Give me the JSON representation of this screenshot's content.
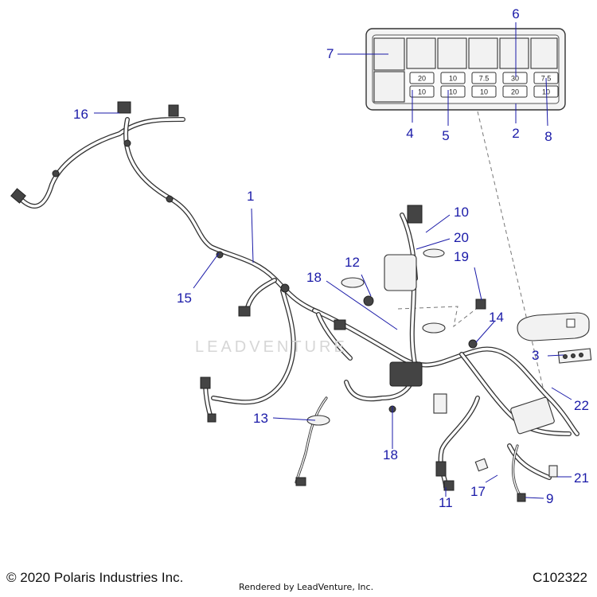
{
  "footer": {
    "copyright": "© 2020 Polaris Industries Inc.",
    "rendered_by": "Rendered by LeadVenture, Inc.",
    "figure_id": "C102322"
  },
  "watermark": "LEADVENTURE",
  "fuse_box": {
    "top_row": [
      "20",
      "10",
      "7.5",
      "30",
      "7.5"
    ],
    "bottom_row": [
      "10",
      "10",
      "10",
      "20",
      "10"
    ]
  },
  "callouts": [
    {
      "id": "1",
      "label": "1"
    },
    {
      "id": "2",
      "label": "2"
    },
    {
      "id": "3",
      "label": "3"
    },
    {
      "id": "4",
      "label": "4"
    },
    {
      "id": "5",
      "label": "5"
    },
    {
      "id": "6",
      "label": "6"
    },
    {
      "id": "7",
      "label": "7"
    },
    {
      "id": "8",
      "label": "8"
    },
    {
      "id": "9",
      "label": "9"
    },
    {
      "id": "10",
      "label": "10"
    },
    {
      "id": "11",
      "label": "11"
    },
    {
      "id": "12",
      "label": "12"
    },
    {
      "id": "13",
      "label": "13"
    },
    {
      "id": "14",
      "label": "14"
    },
    {
      "id": "15",
      "label": "15"
    },
    {
      "id": "16",
      "label": "16"
    },
    {
      "id": "17",
      "label": "17"
    },
    {
      "id": "18a",
      "label": "18"
    },
    {
      "id": "18b",
      "label": "18"
    },
    {
      "id": "19",
      "label": "19"
    },
    {
      "id": "20",
      "label": "20"
    },
    {
      "id": "21",
      "label": "21"
    },
    {
      "id": "22",
      "label": "22"
    }
  ]
}
